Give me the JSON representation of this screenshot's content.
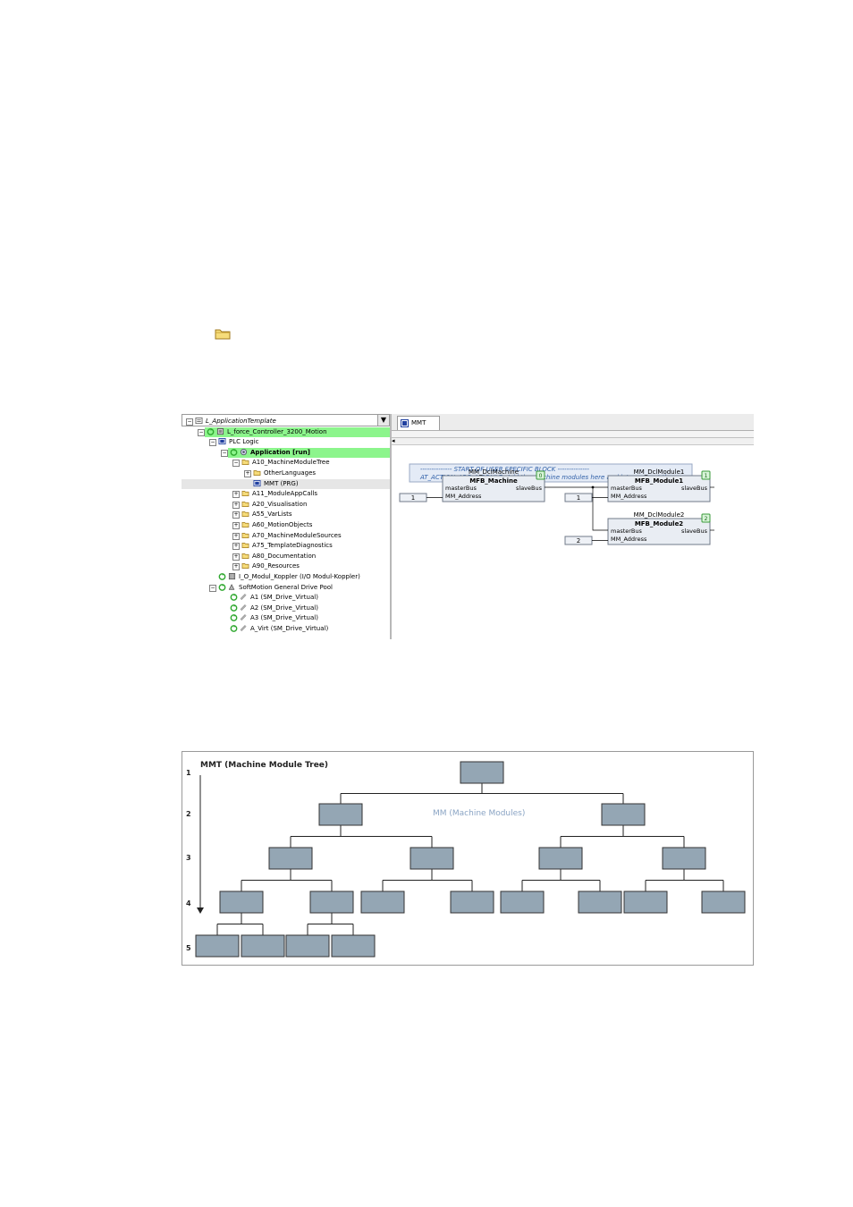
{
  "tree": {
    "root": "L_ApplicationTemplate",
    "rows": [
      {
        "label": "L_ApplicationTemplate",
        "indent": 0,
        "expander": "-",
        "icon": "project-icon",
        "style": "normal"
      },
      {
        "label": "L_force_Controller_3200_Motion",
        "indent": 1,
        "expander": "-",
        "icon": "controller-icon",
        "style": "green"
      },
      {
        "label": "PLC Logic",
        "indent": 2,
        "expander": "-",
        "icon": "plc-icon",
        "style": "normal"
      },
      {
        "label": "Application [run]",
        "indent": 3,
        "expander": "-",
        "icon": "application-icon",
        "style": "green-bold"
      },
      {
        "label": "A10_MachineModuleTree",
        "indent": 4,
        "expander": "-",
        "icon": "folder-icon",
        "style": "normal"
      },
      {
        "label": "OtherLanguages",
        "indent": 5,
        "expander": "+",
        "icon": "folder-icon",
        "style": "normal"
      },
      {
        "label": "MMT (PRG)",
        "indent": 5,
        "expander": "",
        "icon": "program-icon",
        "style": "selected"
      },
      {
        "label": "A11_ModuleAppCalls",
        "indent": 4,
        "expander": "+",
        "icon": "folder-icon",
        "style": "normal"
      },
      {
        "label": "A20_Visualisation",
        "indent": 4,
        "expander": "+",
        "icon": "folder-icon",
        "style": "normal"
      },
      {
        "label": "A55_VarLists",
        "indent": 4,
        "expander": "+",
        "icon": "folder-icon",
        "style": "normal"
      },
      {
        "label": "A60_MotionObjects",
        "indent": 4,
        "expander": "+",
        "icon": "folder-icon",
        "style": "normal"
      },
      {
        "label": "A70_MachineModuleSources",
        "indent": 4,
        "expander": "+",
        "icon": "folder-icon",
        "style": "normal"
      },
      {
        "label": "A75_TemplateDiagnostics",
        "indent": 4,
        "expander": "+",
        "icon": "folder-icon",
        "style": "normal"
      },
      {
        "label": "A80_Documentation",
        "indent": 4,
        "expander": "+",
        "icon": "folder-icon",
        "style": "normal"
      },
      {
        "label": "A90_Resources",
        "indent": 4,
        "expander": "+",
        "icon": "folder-icon",
        "style": "normal"
      },
      {
        "label": "I_O_Modul_Koppler (I/O Modul-Koppler)",
        "indent": 2,
        "expander": "",
        "icon": "io-coupler-icon",
        "style": "normal"
      },
      {
        "label": "SoftMotion General Drive Pool",
        "indent": 2,
        "expander": "-",
        "icon": "drive-pool-icon",
        "style": "normal"
      },
      {
        "label": "A1 (SM_Drive_Virtual)",
        "indent": 3,
        "expander": "",
        "icon": "drive-icon",
        "style": "normal"
      },
      {
        "label": "A2 (SM_Drive_Virtual)",
        "indent": 3,
        "expander": "",
        "icon": "drive-icon",
        "style": "normal"
      },
      {
        "label": "A3 (SM_Drive_Virtual)",
        "indent": 3,
        "expander": "",
        "icon": "drive-icon",
        "style": "normal"
      },
      {
        "label": "A_Virt (SM_Drive_Virtual)",
        "indent": 3,
        "expander": "",
        "icon": "drive-icon",
        "style": "normal"
      }
    ]
  },
  "editor": {
    "tab_label": "MMT",
    "comment_line1": "-------------- START OF USER SPECIFIC BLOCK --------------",
    "comment_line2": "AT_ACTION_ADD_MODULE: Add the machine modules here and interconnect them",
    "blocks": [
      {
        "instance": "MM_DclMachine",
        "type": "MFB_Machine",
        "badge": "0",
        "inputs": [
          "masterBus",
          "MM_Address"
        ],
        "output": "slaveBus",
        "address_value": "1"
      },
      {
        "instance": "MM_DclModule1",
        "type": "MFB_Module1",
        "badge": "1",
        "inputs": [
          "masterBus",
          "MM_Address"
        ],
        "output": "slaveBus",
        "address_value": "1"
      },
      {
        "instance": "MM_DclModule2",
        "type": "MFB_Module2",
        "badge": "2",
        "inputs": [
          "masterBus",
          "MM_Address"
        ],
        "output": "slaveBus",
        "address_value": "2"
      }
    ]
  },
  "mmt": {
    "title": "MMT (Machine Module Tree)",
    "subtitle": "MM (Machine Modules)",
    "levels": [
      "1",
      "2",
      "3",
      "4",
      "5"
    ],
    "colors": {
      "node_fill": "#94a6b4",
      "node_stroke": "#333333",
      "subtitle": "#8aa4c4"
    }
  }
}
